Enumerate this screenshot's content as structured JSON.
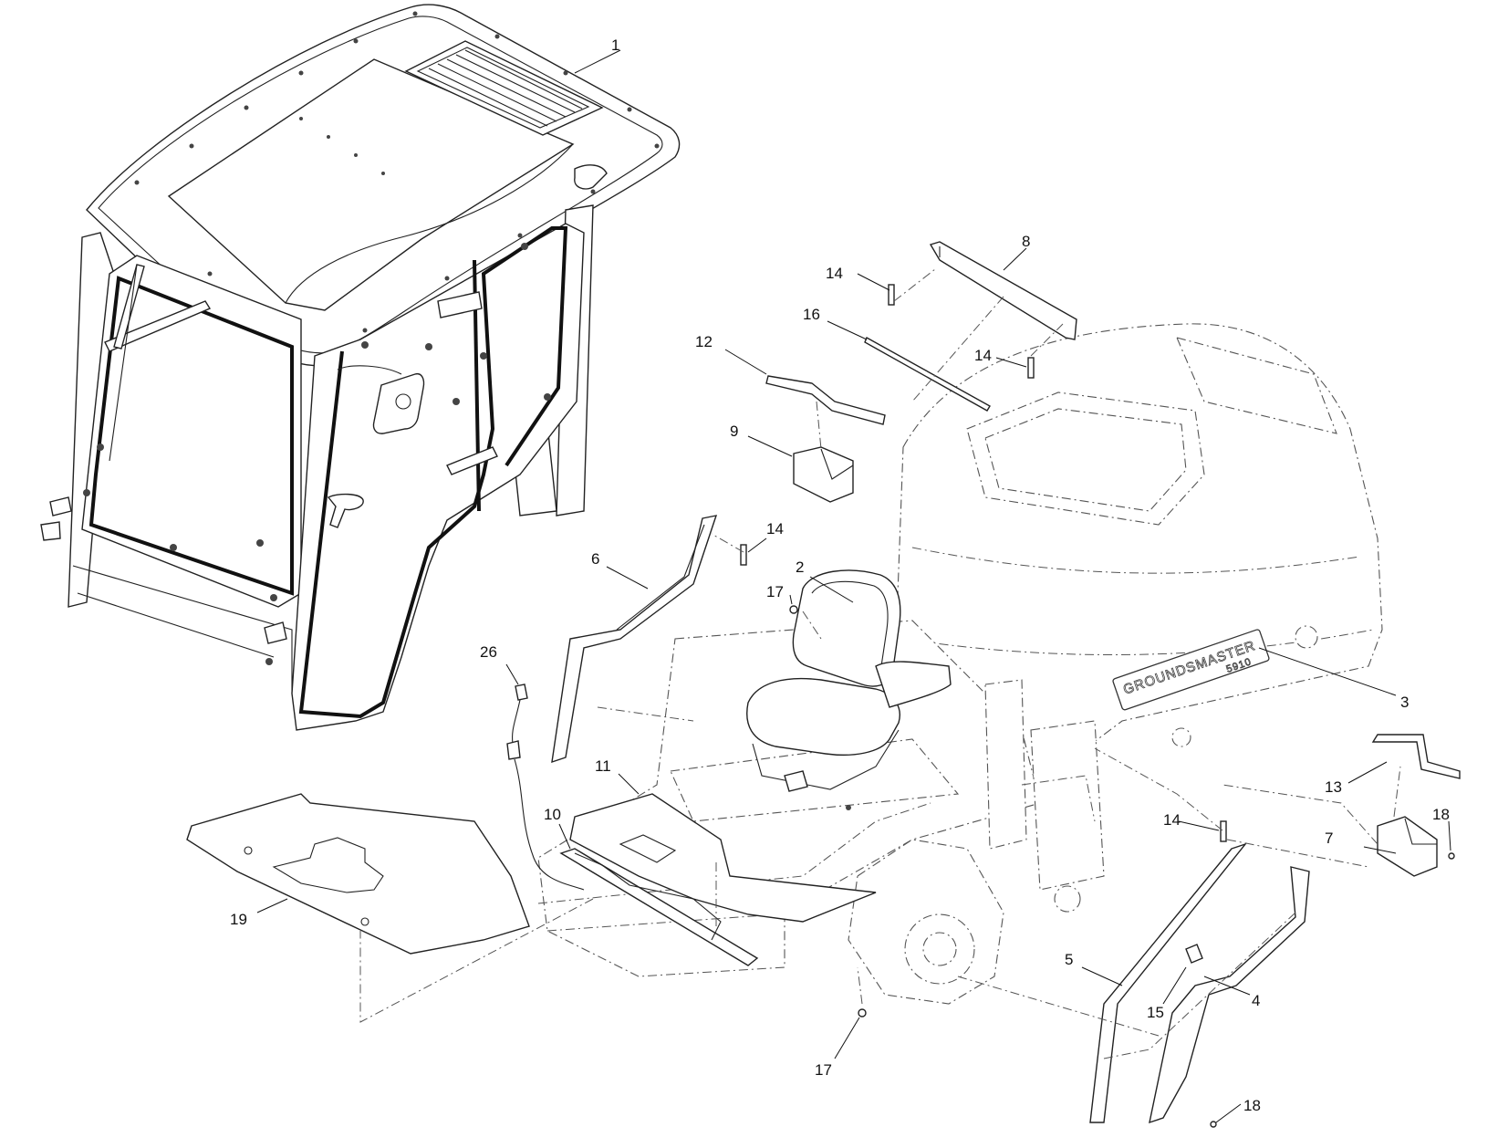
{
  "callouts": [
    {
      "id": "c1",
      "label": "1"
    },
    {
      "id": "c2",
      "label": "2"
    },
    {
      "id": "c3",
      "label": "3"
    },
    {
      "id": "c4",
      "label": "4"
    },
    {
      "id": "c5",
      "label": "5"
    },
    {
      "id": "c6",
      "label": "6"
    },
    {
      "id": "c7",
      "label": "7"
    },
    {
      "id": "c8",
      "label": "8"
    },
    {
      "id": "c9",
      "label": "9"
    },
    {
      "id": "c10",
      "label": "10"
    },
    {
      "id": "c11",
      "label": "11"
    },
    {
      "id": "c12",
      "label": "12"
    },
    {
      "id": "c13",
      "label": "13"
    },
    {
      "id": "c14a",
      "label": "14"
    },
    {
      "id": "c14b",
      "label": "14"
    },
    {
      "id": "c14c",
      "label": "14"
    },
    {
      "id": "c14d",
      "label": "14"
    },
    {
      "id": "c15",
      "label": "15"
    },
    {
      "id": "c16",
      "label": "16"
    },
    {
      "id": "c17a",
      "label": "17"
    },
    {
      "id": "c17b",
      "label": "17"
    },
    {
      "id": "c18a",
      "label": "18"
    },
    {
      "id": "c18b",
      "label": "18"
    },
    {
      "id": "c19",
      "label": "19"
    },
    {
      "id": "c26",
      "label": "26"
    }
  ],
  "decal": {
    "brand": "GROUNDSMASTER",
    "model": "5910"
  },
  "colors": {
    "line": "#222222",
    "phantom": "#555555",
    "background": "#ffffff"
  }
}
